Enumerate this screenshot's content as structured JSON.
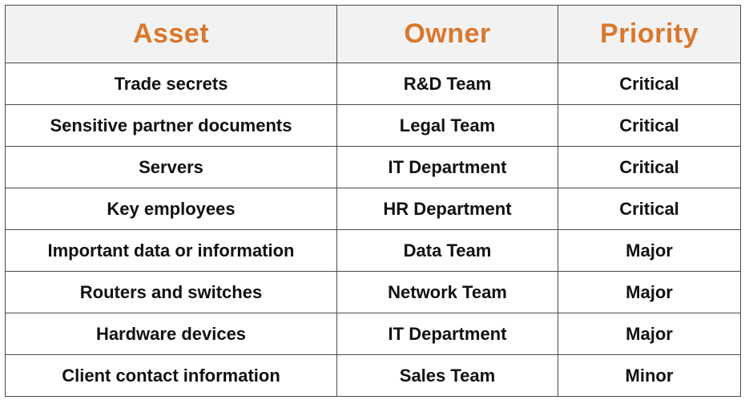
{
  "table": {
    "headers": [
      "Asset",
      "Owner",
      "Priority"
    ],
    "header_color": "#d9782d",
    "header_background": "#f2f2f2",
    "rows": [
      {
        "asset": "Trade secrets",
        "owner": "R&D Team",
        "priority": "Critical"
      },
      {
        "asset": "Sensitive partner documents",
        "owner": "Legal Team",
        "priority": "Critical"
      },
      {
        "asset": "Servers",
        "owner": "IT Department",
        "priority": "Critical"
      },
      {
        "asset": "Key employees",
        "owner": "HR Department",
        "priority": "Critical"
      },
      {
        "asset": "Important data or information",
        "owner": "Data Team",
        "priority": "Major"
      },
      {
        "asset": "Routers and switches",
        "owner": "Network Team",
        "priority": "Major"
      },
      {
        "asset": "Hardware devices",
        "owner": "IT Department",
        "priority": "Major"
      },
      {
        "asset": "Client contact information",
        "owner": "Sales Team",
        "priority": "Minor"
      }
    ]
  }
}
